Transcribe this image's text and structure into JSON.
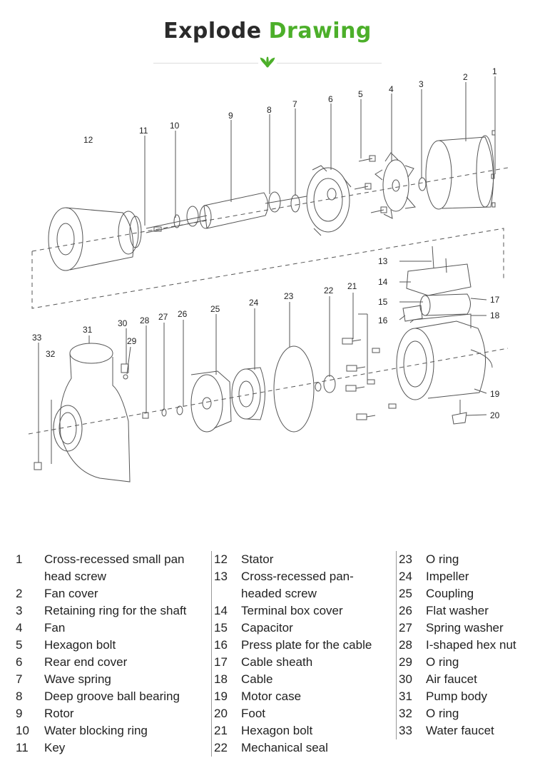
{
  "header": {
    "title_part1": "Explode",
    "title_part2": "Drawing"
  },
  "colors": {
    "title_dark": "#2a2a2a",
    "title_green": "#4caf2a",
    "line_art": "#555555"
  },
  "callouts": [
    "1",
    "2",
    "3",
    "4",
    "5",
    "6",
    "7",
    "8",
    "9",
    "10",
    "11",
    "12",
    "13",
    "14",
    "15",
    "16",
    "17",
    "18",
    "19",
    "20",
    "21",
    "22",
    "23",
    "24",
    "25",
    "26",
    "27",
    "28",
    "29",
    "30",
    "31",
    "32",
    "33"
  ],
  "parts_list": {
    "column1": [
      {
        "num": "1",
        "name": "Cross-recessed small pan head screw"
      },
      {
        "num": "2",
        "name": "Fan cover"
      },
      {
        "num": "3",
        "name": "Retaining ring for the shaft"
      },
      {
        "num": "4",
        "name": "Fan"
      },
      {
        "num": "5",
        "name": "Hexagon bolt"
      },
      {
        "num": "6",
        "name": "Rear end cover"
      },
      {
        "num": "7",
        "name": "Wave spring"
      },
      {
        "num": "8",
        "name": "Deep groove ball bearing"
      },
      {
        "num": "9",
        "name": "Rotor"
      },
      {
        "num": "10",
        "name": "Water blocking ring"
      },
      {
        "num": "11",
        "name": "Key"
      }
    ],
    "column2": [
      {
        "num": "12",
        "name": "Stator"
      },
      {
        "num": "13",
        "name": "Cross-recessed pan-headed screw"
      },
      {
        "num": "14",
        "name": "Terminal box cover"
      },
      {
        "num": "15",
        "name": "Capacitor"
      },
      {
        "num": "16",
        "name": "Press plate for the cable"
      },
      {
        "num": "17",
        "name": "Cable sheath"
      },
      {
        "num": "18",
        "name": "Cable"
      },
      {
        "num": "19",
        "name": "Motor case"
      },
      {
        "num": "20",
        "name": "Foot"
      },
      {
        "num": "21",
        "name": "Hexagon bolt"
      },
      {
        "num": "22",
        "name": "Mechanical seal"
      }
    ],
    "column3": [
      {
        "num": "23",
        "name": "O ring"
      },
      {
        "num": "24",
        "name": "Impeller"
      },
      {
        "num": "25",
        "name": "Coupling"
      },
      {
        "num": "26",
        "name": "Flat washer"
      },
      {
        "num": "27",
        "name": "Spring washer"
      },
      {
        "num": "28",
        "name": "I-shaped hex nut"
      },
      {
        "num": "29",
        "name": "O ring"
      },
      {
        "num": "30",
        "name": "Air faucet"
      },
      {
        "num": "31",
        "name": "Pump body"
      },
      {
        "num": "32",
        "name": "O ring"
      },
      {
        "num": "33",
        "name": "Water faucet"
      }
    ]
  }
}
